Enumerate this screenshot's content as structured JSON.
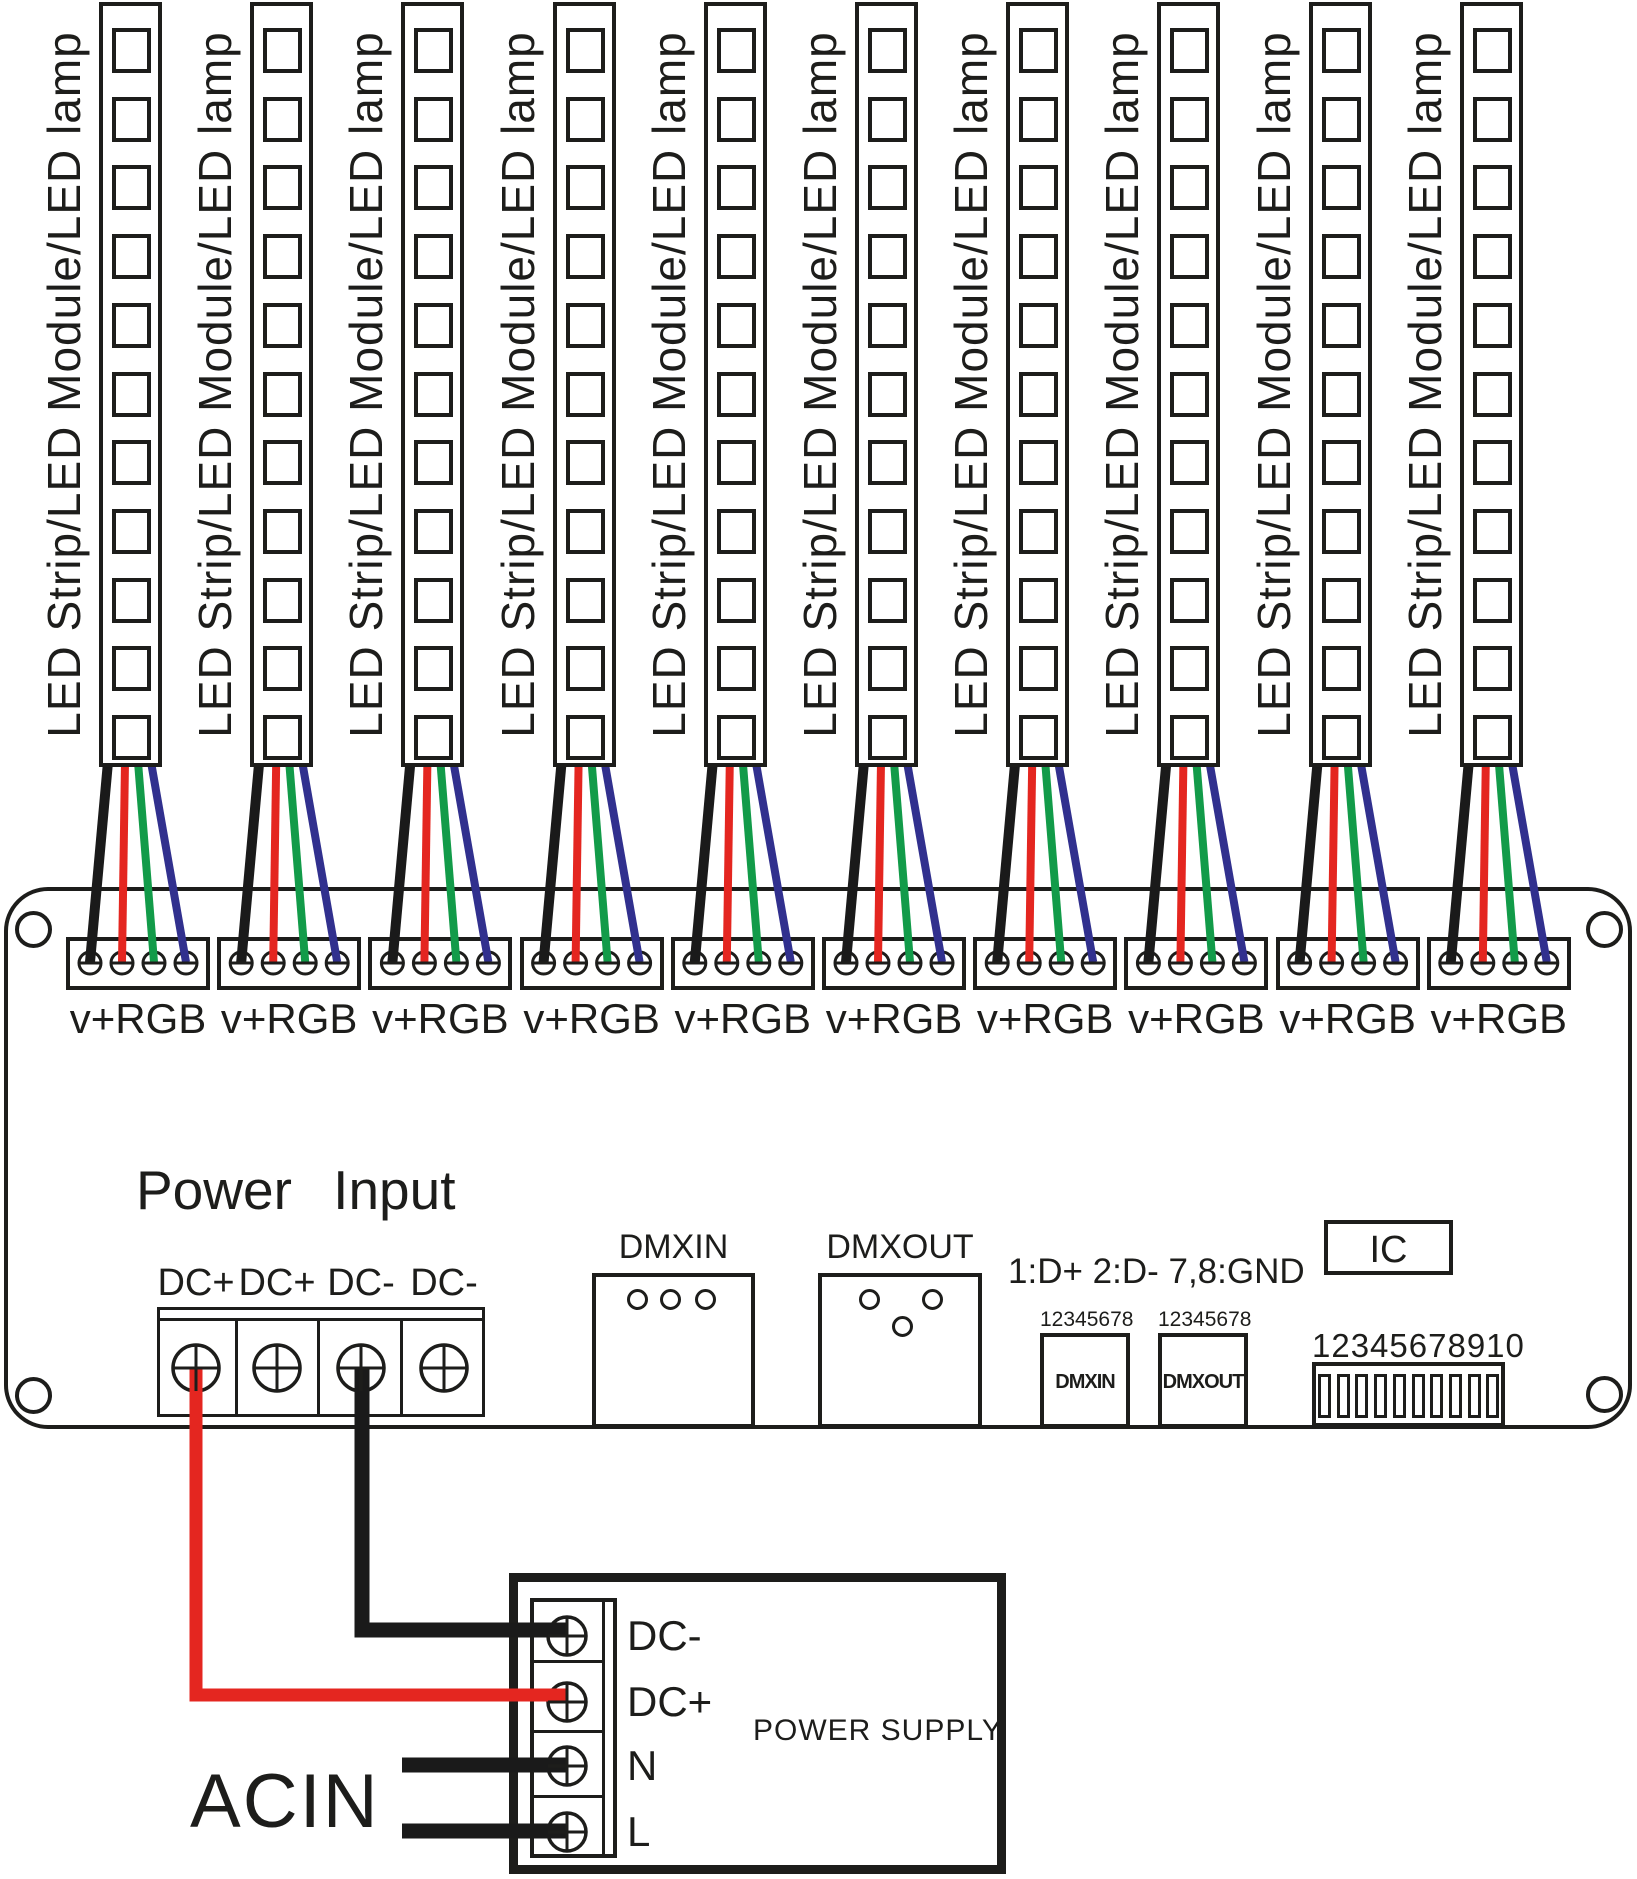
{
  "colors": {
    "line": "#1d1d1b",
    "wire_black": "#1a1a1a",
    "wire_red": "#e42620",
    "wire_green": "#129b49",
    "wire_blue": "#31308e"
  },
  "led_strip": {
    "label": "LED Strip/LED Module/LED lamp",
    "count": 10,
    "segments_per_strip": 11
  },
  "output_connector": {
    "label": "v+RGB",
    "count": 10,
    "terminals_per_connector": 4
  },
  "controller": {
    "power_input_title": "Power Input",
    "power_terminal_labels": [
      "DC+",
      "DC+",
      "DC-",
      "DC-"
    ],
    "dmx_in_label": "DMXIN",
    "dmx_out_label": "DMXOUT",
    "pinout_note": "1:D+ 2:D- 7,8:GND",
    "rj45_in": {
      "pin_numbers": "12345678",
      "label": "DMXIN"
    },
    "rj45_out": {
      "pin_numbers": "12345678",
      "label": "DMXOUT"
    },
    "ic_label": "IC",
    "dip_switch": {
      "scale_label": "12345678910",
      "positions": 10
    }
  },
  "power_supply": {
    "label": "POWER SUPPLY",
    "terminal_labels": [
      "DC-",
      "DC+",
      "N",
      "L"
    ],
    "ac_input_label": "ACIN"
  }
}
